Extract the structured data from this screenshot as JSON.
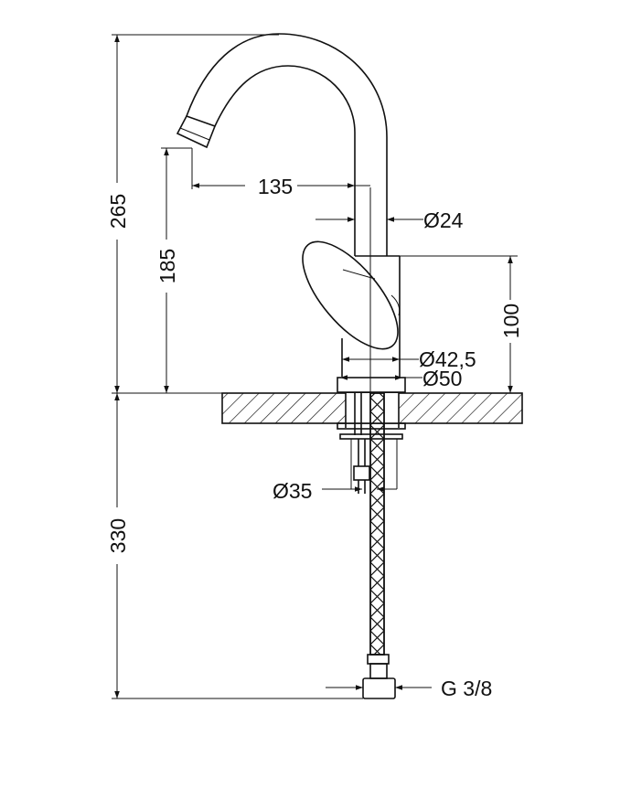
{
  "drawing": {
    "dimensions": {
      "total_height": "265",
      "below_counter": "330",
      "spout_height": "185",
      "spout_reach": "135",
      "spout_diameter": "Ø24",
      "body_height": "100",
      "body_diameter": "Ø42,5",
      "base_diameter": "Ø50",
      "shank_diameter": "Ø35",
      "connection": "G 3/8"
    }
  }
}
